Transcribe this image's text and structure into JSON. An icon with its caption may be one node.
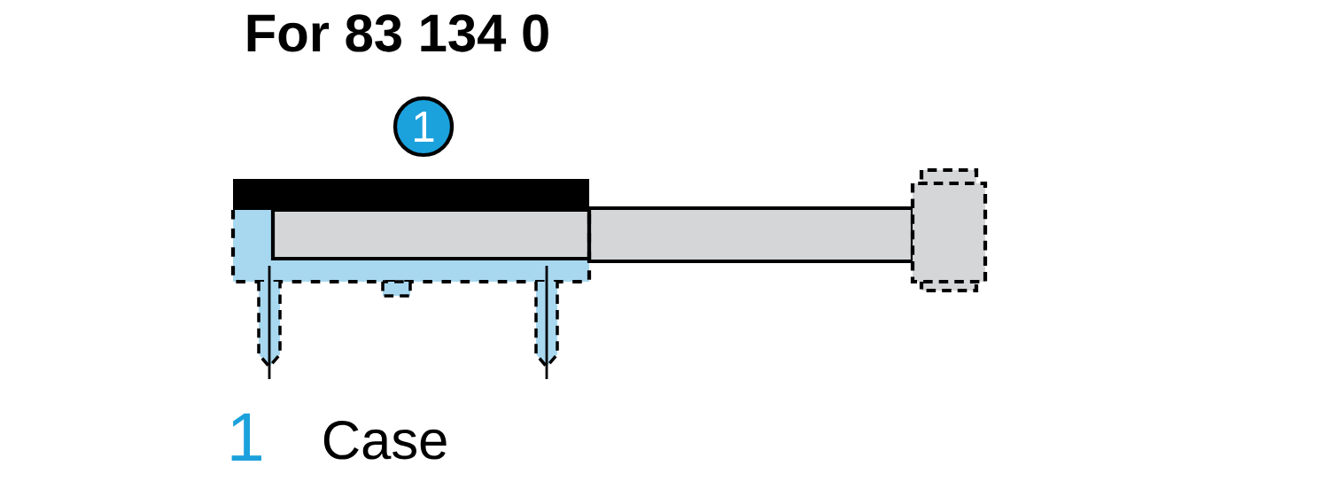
{
  "diagram": {
    "title": "For 83 134 0",
    "labels": [
      "1",
      "1",
      "Case"
    ]
  }
}
